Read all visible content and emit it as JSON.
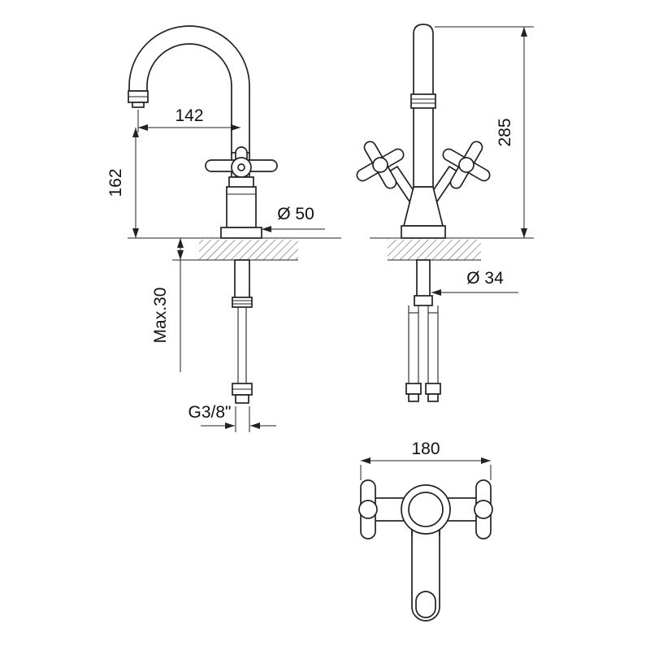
{
  "drawing": {
    "background": "#ffffff",
    "line_color": "#222222"
  },
  "dimensions": {
    "spout_reach": "142",
    "spout_height": "162",
    "base_diameter": "Ø 50",
    "max_mounting_thickness": "Max.30",
    "thread": "G3/8\"",
    "total_height": "285",
    "hole_diameter": "Ø 34",
    "overall_width": "180"
  }
}
